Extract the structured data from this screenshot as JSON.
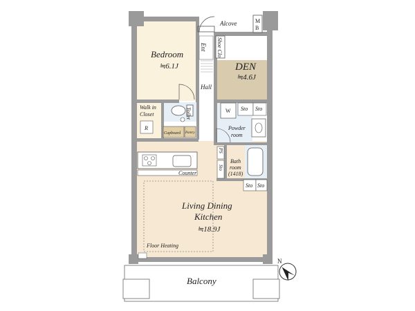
{
  "plan": {
    "alcove": "Alcove",
    "mb": [
      "M",
      "B"
    ],
    "bedroom": {
      "name": "Bedroom",
      "size": "≒6.1J"
    },
    "ent": "Ent",
    "shoe_clo": "Shoe Clo",
    "den": {
      "name": "DEN",
      "size": "≒4.6J"
    },
    "hall": "Hall",
    "walk_in_closet": [
      "Walk in",
      "Closet"
    ],
    "toilet": "Toilet",
    "w": "W",
    "sto": "Sto",
    "powder_room": [
      "Powder",
      "room"
    ],
    "r": "R",
    "cupboard": "Cupboard",
    "pantry": "Pantry",
    "ps": "PS",
    "bath_room": [
      "Bath",
      "room",
      "(1418)"
    ],
    "counter": "Counter",
    "ldk": {
      "name": [
        "Living Dining",
        "Kitchen"
      ],
      "size": "≒18.9J"
    },
    "floor_heating": "Floor Heating",
    "balcony": "Balcony",
    "north": "N"
  },
  "colors": {
    "wall": "#9a9a9a",
    "bedroom_floor": "#fbf2de",
    "den_floor": "#d9ccae",
    "ldk_floor": "#f7e8d3",
    "wet_floor": "#e6eef6",
    "hall_floor": "#ffffff"
  }
}
